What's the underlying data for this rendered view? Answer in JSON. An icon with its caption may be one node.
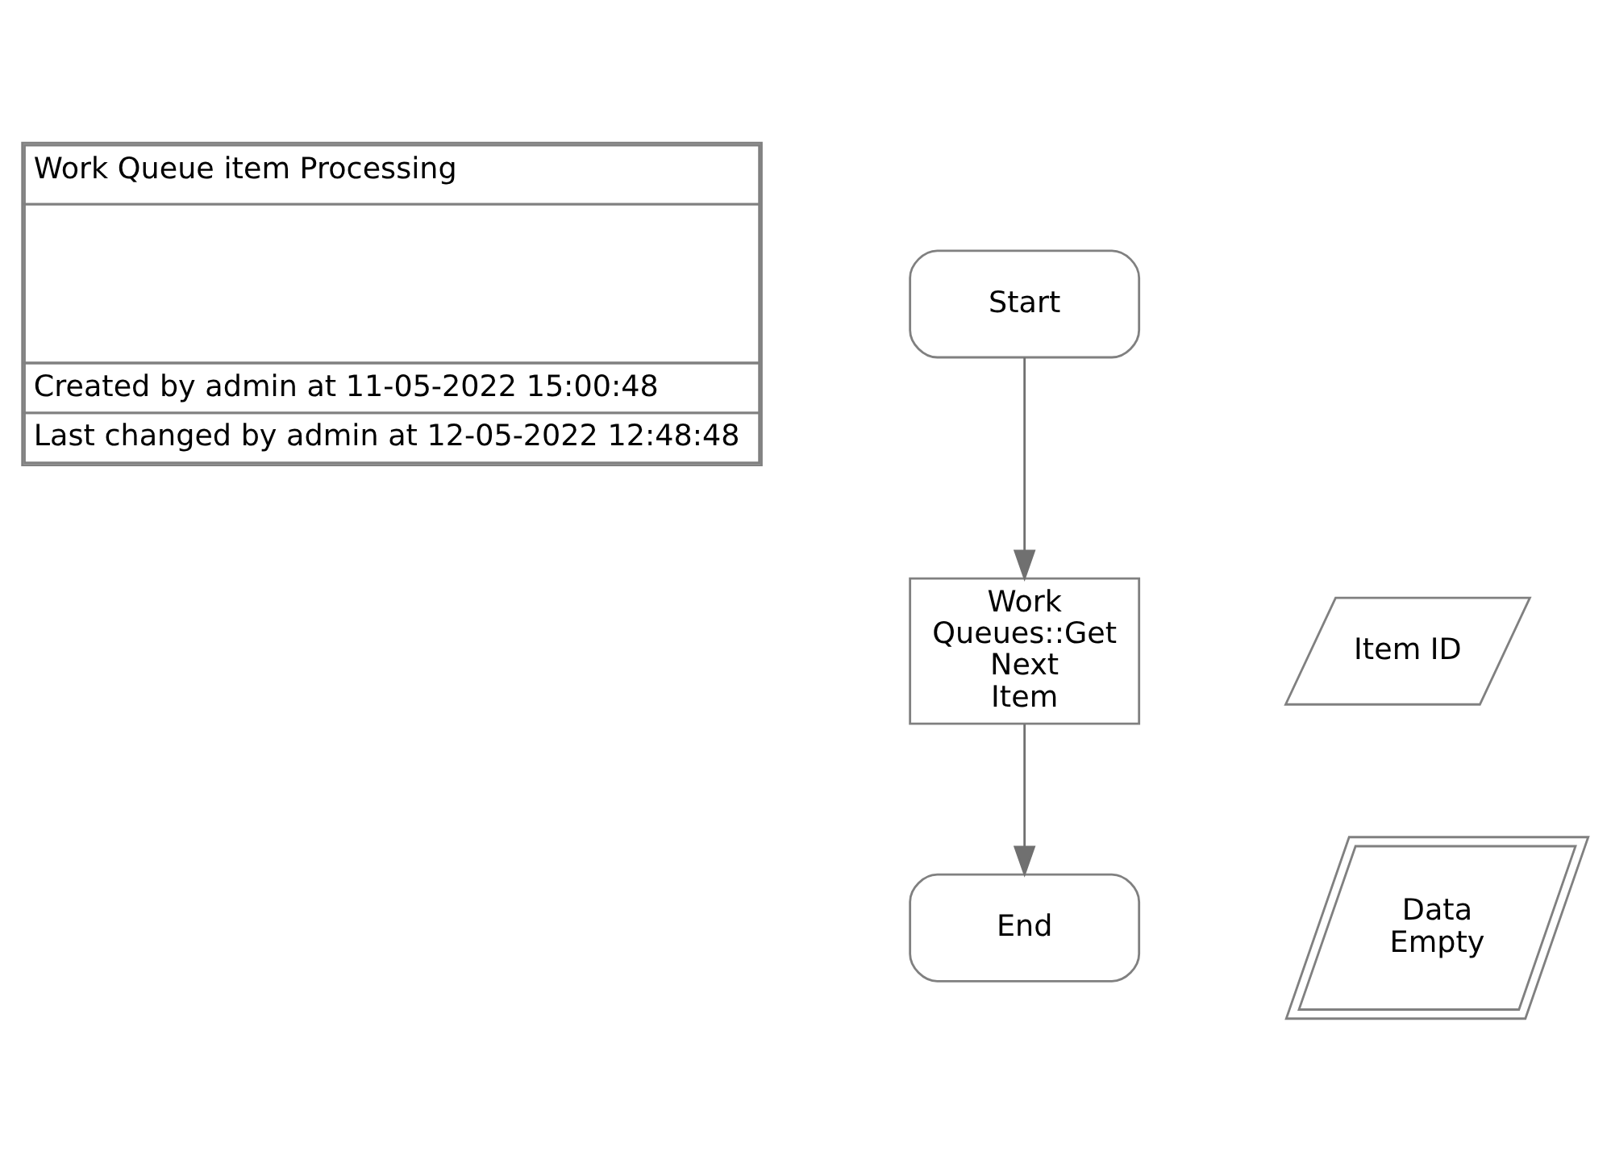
{
  "diagram": {
    "nodes": [
      {
        "text": [
          "Work Queue item Processing",
          "Created by admin at 11-05-2022 15:00:48",
          "Last changed by admin at 12-05-2022 12:48:48"
        ]
      },
      {
        "text": [
          "Start"
        ]
      },
      {
        "text": [
          "Item ID"
        ]
      },
      {
        "text": [
          "Work Queues::Get Next Item"
        ]
      },
      {
        "text": [
          "Data Empty"
        ]
      },
      {
        "text": [
          "End"
        ]
      }
    ],
    "edges": [
      {
        "from": 1,
        "to": 3,
        "arrow": "to"
      },
      {
        "from": 3,
        "to": 5,
        "arrow": "to"
      }
    ]
  }
}
